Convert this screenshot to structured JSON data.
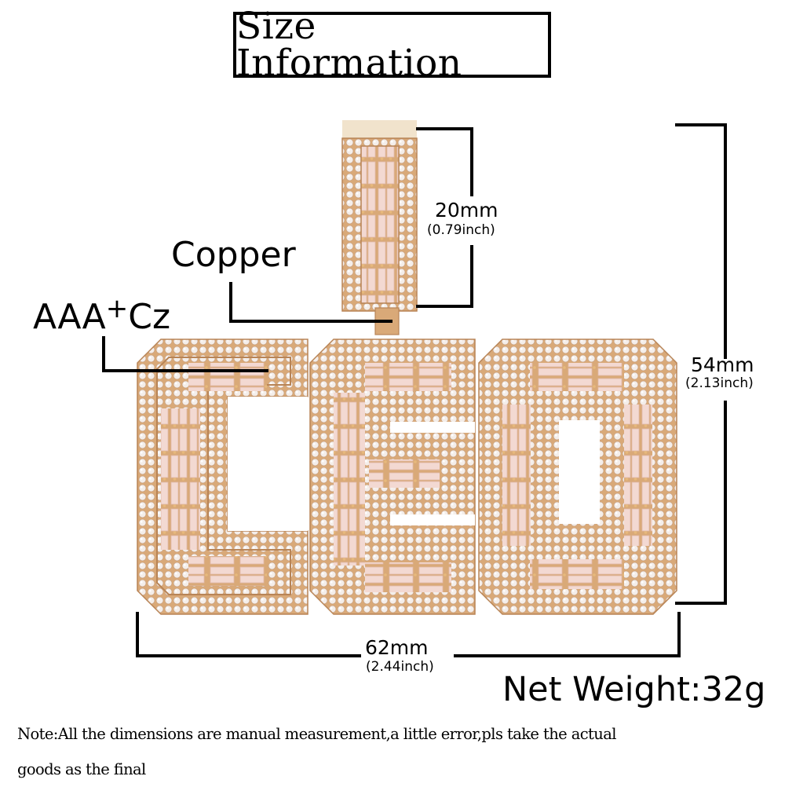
{
  "title": "Size Information",
  "labels": {
    "copper": "Copper",
    "cz_main": "AAA",
    "cz_sup": "+",
    "cz_tail": "Cz"
  },
  "dimensions": {
    "bail_height": {
      "mm": "20mm",
      "inch": "(0.79inch)"
    },
    "total_height": {
      "mm": "54mm",
      "inch": "(2.13inch)"
    },
    "width": {
      "mm": "62mm",
      "inch": "(2.44inch)"
    }
  },
  "net_weight": "Net Weight:32g",
  "note": {
    "line1": "Note:All the dimensions are manual measurement,a little error,pls take the actual",
    "line2": "goods as the final"
  },
  "product": {
    "letters": [
      "C",
      "E",
      "O"
    ],
    "colors": {
      "metal": "#d9a978",
      "metal_dark": "#b88456",
      "stone": "#f4eeea",
      "baguette": "#f3d9d2",
      "line": "#000000"
    }
  }
}
